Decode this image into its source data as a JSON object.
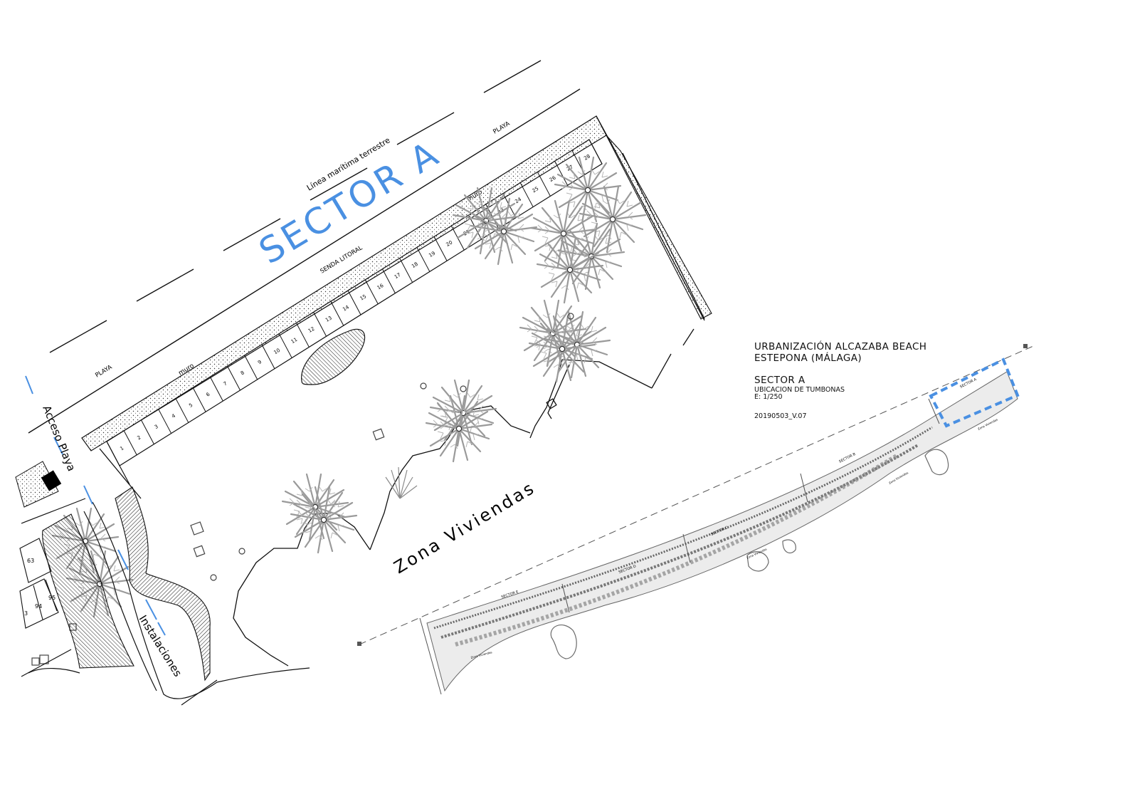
{
  "plan": {
    "sector_label": "SECTOR A",
    "line_label": "Línea marítima terrestre",
    "playa_labels": [
      "PLAYA",
      "PLAYA"
    ],
    "muro_labels": [
      "muro",
      "muro"
    ],
    "senda_label": "SENDA LITORAL",
    "access_label": "Acceso Playa",
    "installations_label": "Instalaciones",
    "zone_label": "Zona Viviendas",
    "lounger_numbers": [
      "1",
      "2",
      "3",
      "4",
      "5",
      "6",
      "7",
      "8",
      "9",
      "10",
      "11",
      "12",
      "13",
      "14",
      "15",
      "16",
      "17",
      "18",
      "19",
      "20",
      "21",
      "22",
      "23",
      "24",
      "25",
      "26",
      "27",
      "28"
    ],
    "house_numbers": [
      "63",
      "3",
      "94",
      "95"
    ]
  },
  "title_block": {
    "line1": "URBANIZACIÓN ALCAZABA BEACH",
    "line2": "ESTEPONA (MÁLAGA)",
    "line3": "SECTOR A",
    "line4": "UBICACION DE TUMBONAS",
    "line5": "E: 1/250",
    "line6": "20190503_V.07"
  },
  "key_map": {
    "sector_labels": [
      "SECTOR A",
      "SECTOR B",
      "SECTOR C",
      "SECTOR D",
      "SECTOR E"
    ],
    "zone_labels": [
      "Zona Viviendas",
      "Zona Viviendas",
      "Zona Viviendas",
      "Zona Viviendas"
    ]
  },
  "colors": {
    "accent_blue": "#4a90e2",
    "line_black": "#000000",
    "tree_gray": "#8a8a8a",
    "keymap_gray": "#6b6b6b"
  }
}
